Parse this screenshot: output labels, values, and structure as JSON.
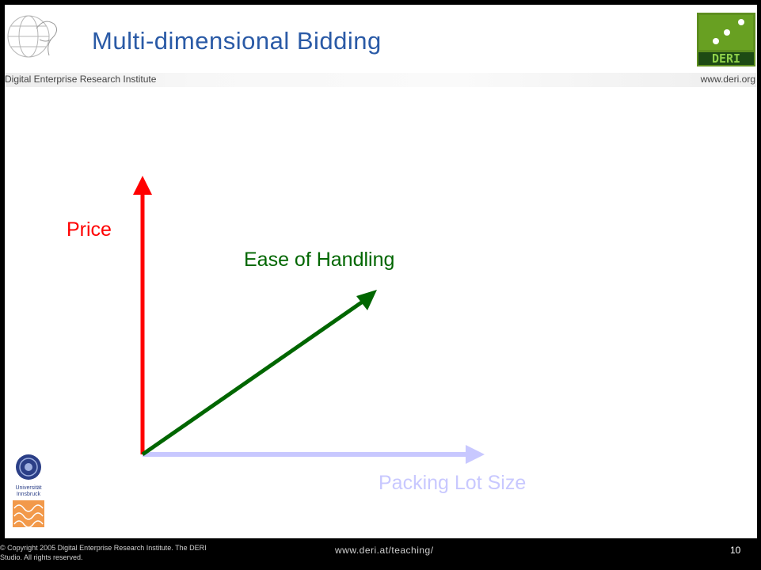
{
  "slide": {
    "title": "Multi-dimensional Bidding",
    "org_name": "Digital Enterprise Research Institute",
    "org_url": "www.deri.org",
    "logo_right_text": "DERI",
    "university_text": "Universität Innsbruck"
  },
  "diagram": {
    "axes": [
      {
        "label": "Price",
        "color": "#ff0000"
      },
      {
        "label": "Ease of Handling",
        "color": "#006600"
      },
      {
        "label": "Packing Lot Size",
        "color": "#c8c8ff"
      }
    ]
  },
  "footer": {
    "copyright": "© Copyright 2005 Digital Enterprise Research Institute. The DERI Studio. All rights reserved.",
    "url": "www.deri.at/teaching/",
    "page_number": "10"
  }
}
